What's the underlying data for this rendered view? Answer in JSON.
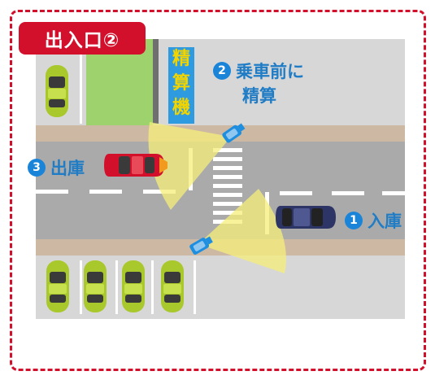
{
  "title": "出入口②",
  "machine_label": [
    "精",
    "算",
    "機"
  ],
  "steps": [
    {
      "num": "1",
      "text": "入庫"
    },
    {
      "num": "2",
      "text_line1": "乗車前に",
      "text_line2": "精算"
    },
    {
      "num": "3",
      "text": "出庫"
    }
  ],
  "colors": {
    "border": "#d3102c",
    "label": "#1f7cc5",
    "badge": "#1a84d8",
    "machine_bg": "#2e9be0",
    "machine_text": "#f2d400",
    "road": "#aaaaaa",
    "sidewalk": "#cdb8a4",
    "lot": "#d7d7d7",
    "grass": "#9dd26d",
    "camera_beam": "#f6ef7a"
  }
}
